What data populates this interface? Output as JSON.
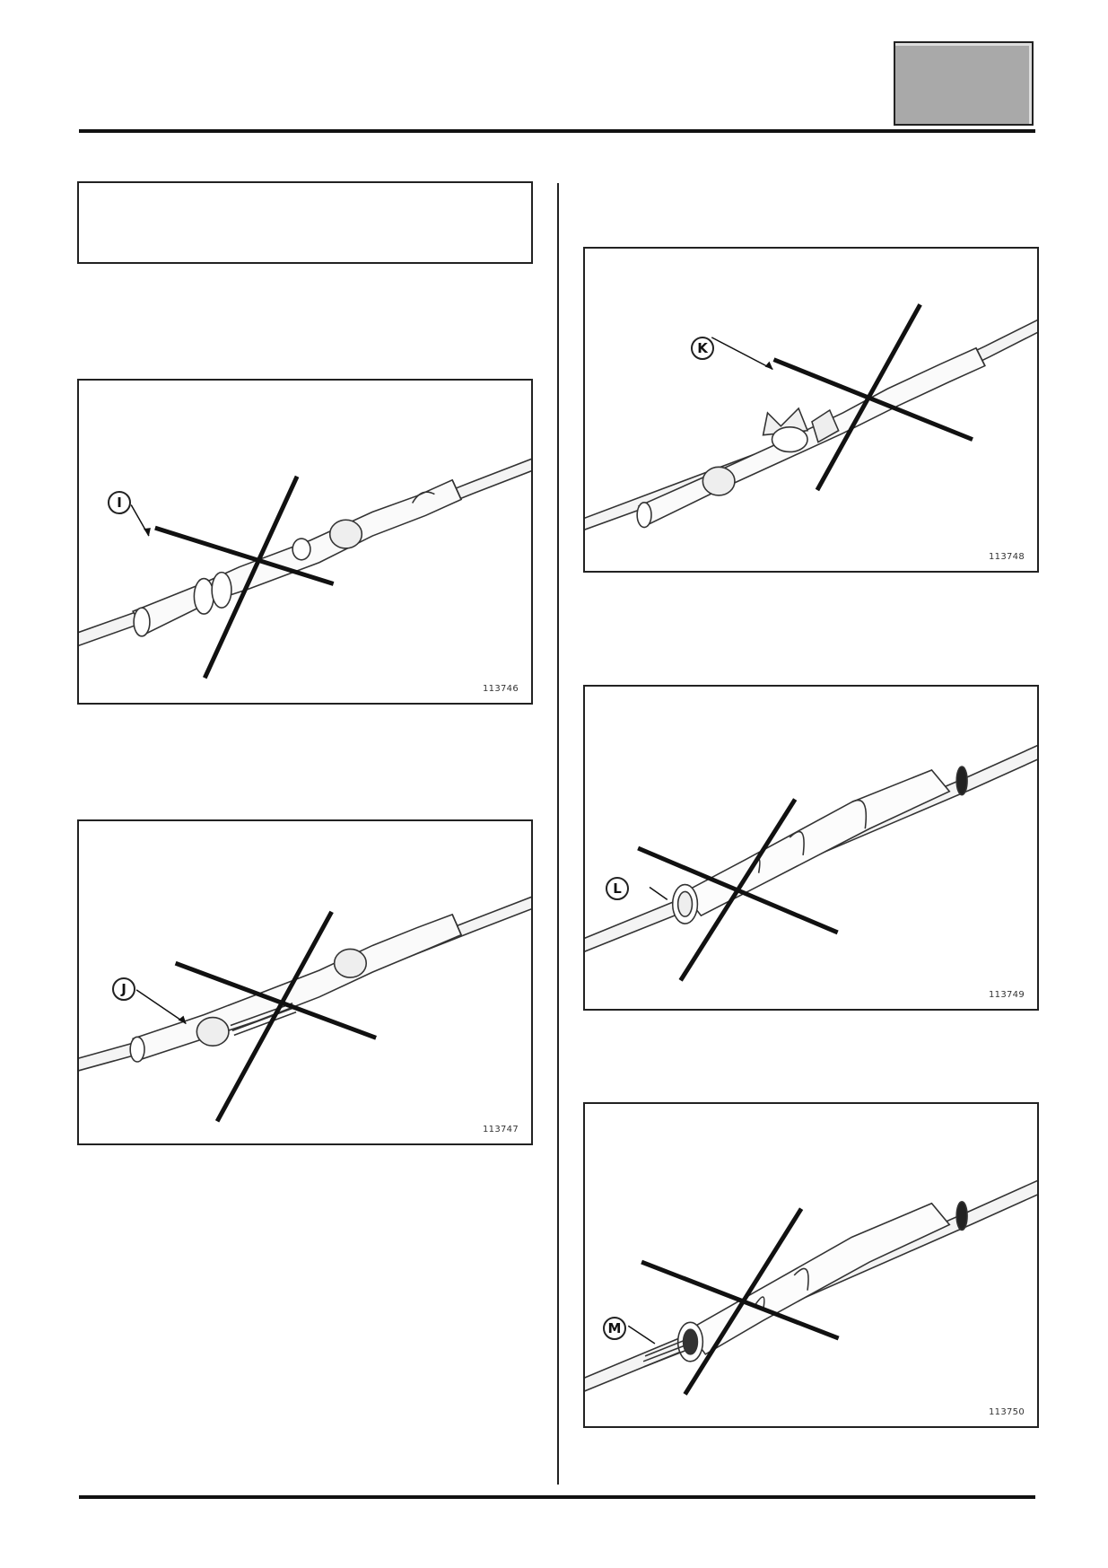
{
  "header": {
    "section_tab": ""
  },
  "note": {
    "text": ""
  },
  "figures": [
    {
      "id": "fig-1",
      "callout": "I",
      "number": "113746"
    },
    {
      "id": "fig-2",
      "callout": "J",
      "number": "113747"
    },
    {
      "id": "fig-3",
      "callout": "K",
      "number": "113748"
    },
    {
      "id": "fig-4",
      "callout": "L",
      "number": "113749"
    },
    {
      "id": "fig-5",
      "callout": "M",
      "number": "113750"
    }
  ],
  "icons": {
    "cross_mark": "x-cross-icon",
    "arrow": "leader-arrow-icon"
  },
  "colors": {
    "tab_fill": "#a9a9a9",
    "line": "#111111"
  }
}
